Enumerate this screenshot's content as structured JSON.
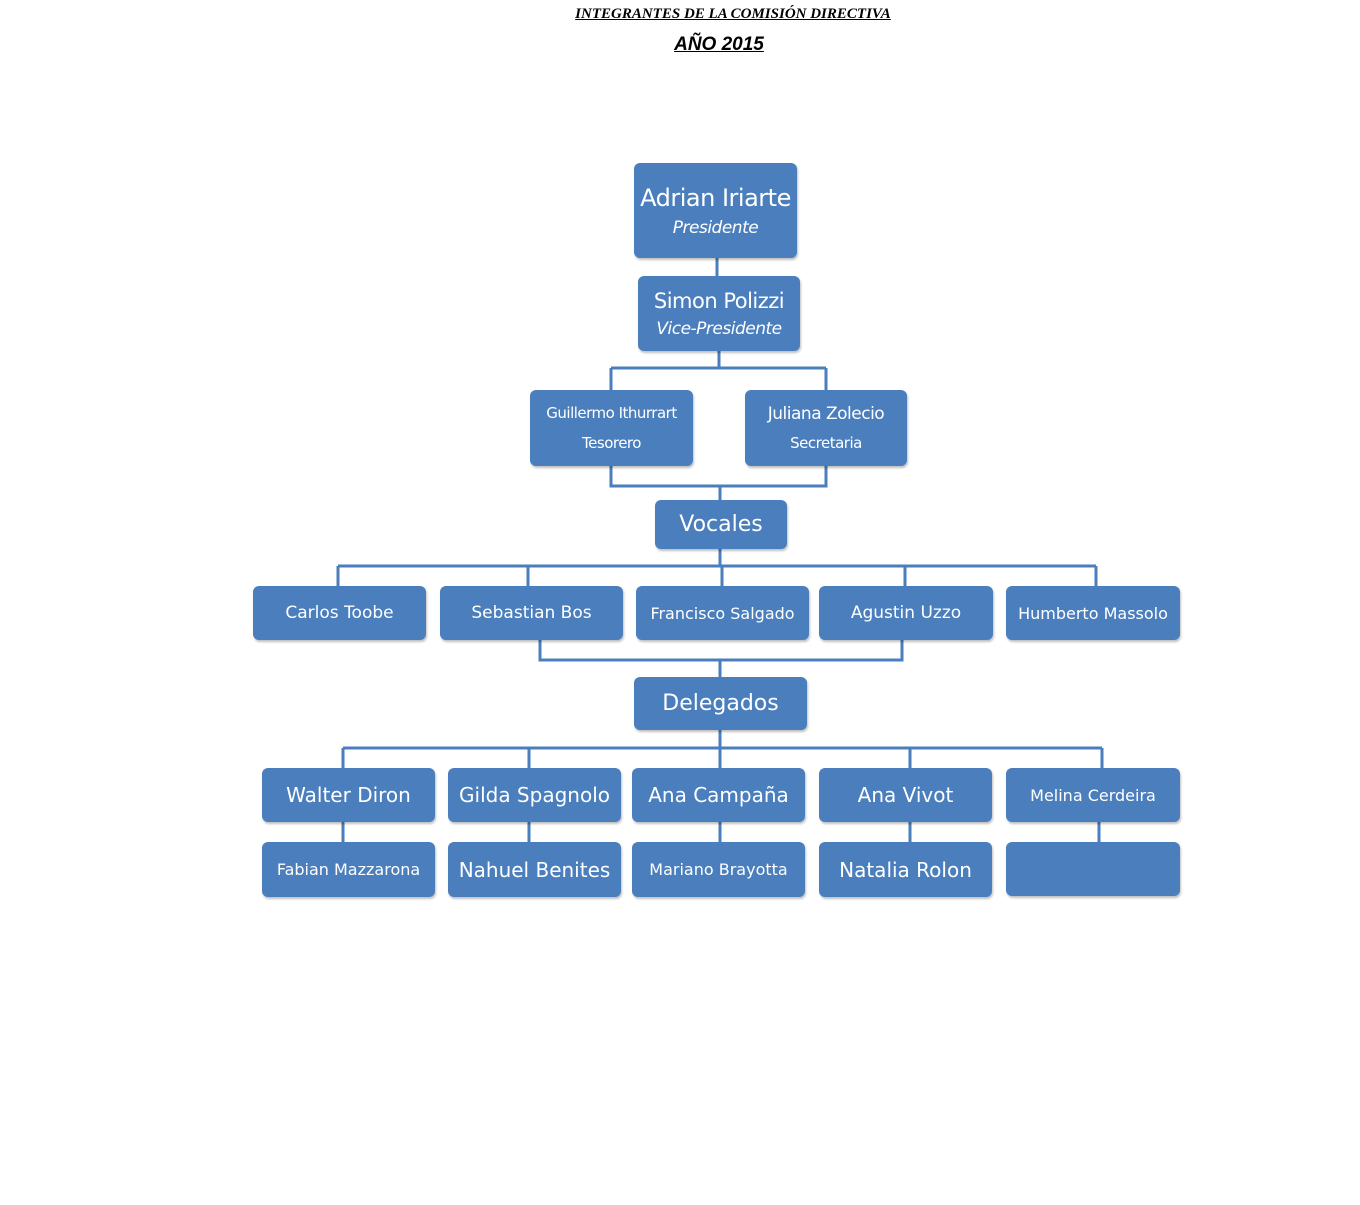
{
  "header": {
    "title": "INTEGRANTES DE LA COMISIÓN DIRECTIVA",
    "year": "AÑO 2015"
  },
  "president": {
    "name": "Adrian Iriarte",
    "role": "Presidente"
  },
  "vice_president": {
    "name": "Simon Polizzi",
    "role": "Vice-Presidente"
  },
  "treasurer": {
    "name": "Guillermo Ithurrart",
    "role": "Tesorero"
  },
  "secretary": {
    "name": "Juliana Zolecio",
    "role": "Secretaria"
  },
  "vocales": {
    "label": "Vocales",
    "members": [
      "Carlos Toobe",
      "Sebastian Bos",
      "Francisco Salgado",
      "Agustin Uzzo",
      "Humberto Massolo"
    ]
  },
  "delegados": {
    "label": "Delegados",
    "top_row": [
      "Walter Diron",
      "Gilda Spagnolo",
      "Ana Campaña",
      "Ana Vivot",
      "Melina Cerdeira"
    ],
    "bottom_row": [
      "Fabian Mazzarona",
      "Nahuel Benites",
      "Mariano Brayotta",
      "Natalia Rolon",
      ""
    ]
  },
  "colors": {
    "box": "#4a7ebd",
    "connector": "#4a7ebd",
    "text": "#ffffff"
  }
}
